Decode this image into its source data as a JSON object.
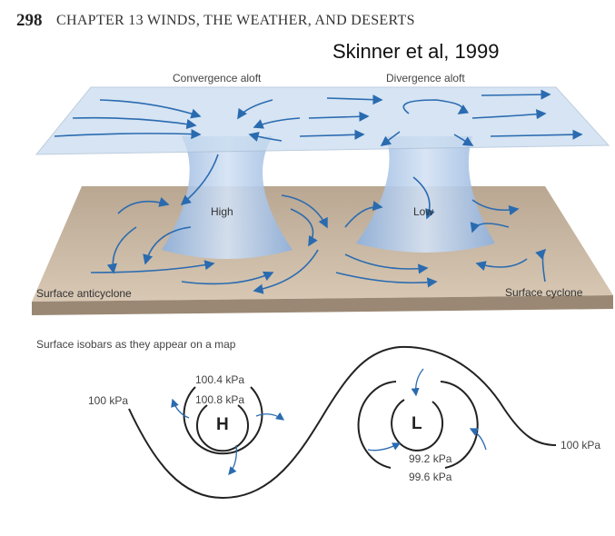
{
  "header": {
    "page_number": "298",
    "chapter": "CHAPTER 13  WINDS, THE WEATHER, AND DESERTS"
  },
  "credit": "Skinner et al, 1999",
  "diagram_3d": {
    "convergence_label": "Convergence aloft",
    "divergence_label": "Divergence aloft",
    "high_label": "High",
    "low_label": "Low",
    "anticyclone_label": "Surface anticyclone",
    "cyclone_label": "Surface cyclone"
  },
  "isobar_map": {
    "title": "Surface isobars as they appear on a map",
    "outer_left_label": "100 kPa",
    "outer_right_label": "100 kPa",
    "high_outer_label": "100.4 kPa",
    "high_inner_label": "100.8 kPa",
    "low_inner_label": "99.2 kPa",
    "low_outer_label": "99.6 kPa",
    "high_symbol": "H",
    "low_symbol": "L"
  },
  "colors": {
    "arrow": "#2a6bb0",
    "ground": "#c6b49e",
    "plane": "#c9dcef",
    "column": "#a9c3e6"
  }
}
